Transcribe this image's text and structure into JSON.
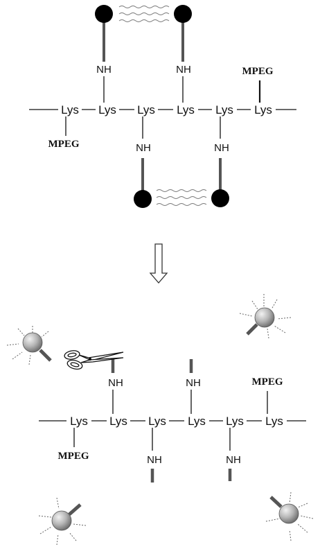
{
  "labels": {
    "lys": "Lys",
    "nh": "NH",
    "mpeg": "MPEG"
  },
  "colors": {
    "line": "#111111",
    "linker": "#555555",
    "quencher": "#000000",
    "fluor_light": "#f2f2f2",
    "fluor_dark": "#6f6f6f",
    "arrow": "#333333"
  },
  "icons": {
    "scissors": "scissors-icon",
    "quench_wave": "wavy-lines-icon",
    "transition": "down-arrow-icon"
  }
}
